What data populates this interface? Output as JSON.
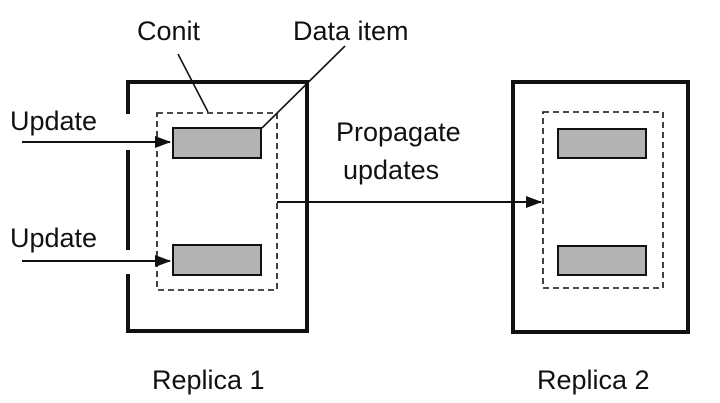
{
  "labels": {
    "conit": "Conit",
    "data_item": "Data item",
    "update_top": "Update",
    "update_bottom": "Update",
    "propagate_line1": "Propagate",
    "propagate_line2": "updates",
    "replica1": "Replica 1",
    "replica2": "Replica 2"
  },
  "colors": {
    "stroke": "#111111",
    "data_item_fill": "#b3b3b3",
    "background": "#ffffff"
  }
}
